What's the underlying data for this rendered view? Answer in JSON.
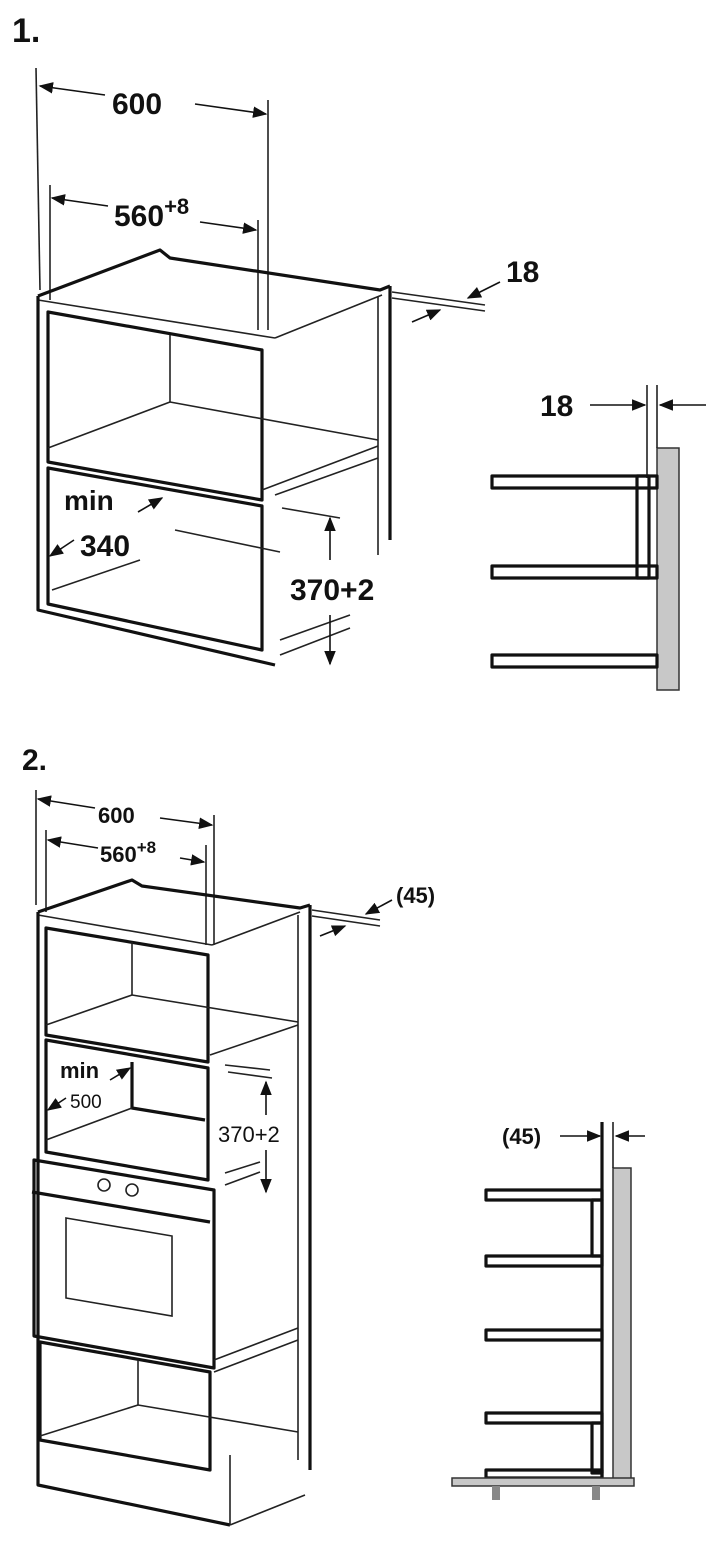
{
  "figure1": {
    "number": "1.",
    "dim_width_outer": "600",
    "dim_width_inner_base": "560",
    "dim_width_inner_tol": "+8",
    "dim_panel": "18",
    "dim_depth_min_label": "min",
    "dim_depth_min": "340",
    "dim_height": "370+2",
    "side_panel": "18"
  },
  "figure2": {
    "number": "2.",
    "dim_width_outer": "600",
    "dim_width_inner_base": "560",
    "dim_width_inner_tol": "+8",
    "dim_panel": "(45)",
    "dim_depth_min_label": "min",
    "dim_depth_min": "500",
    "dim_height": "370+2",
    "side_panel": "(45)"
  },
  "colors": {
    "line": "#111111",
    "wall": "#c8c8c8"
  }
}
